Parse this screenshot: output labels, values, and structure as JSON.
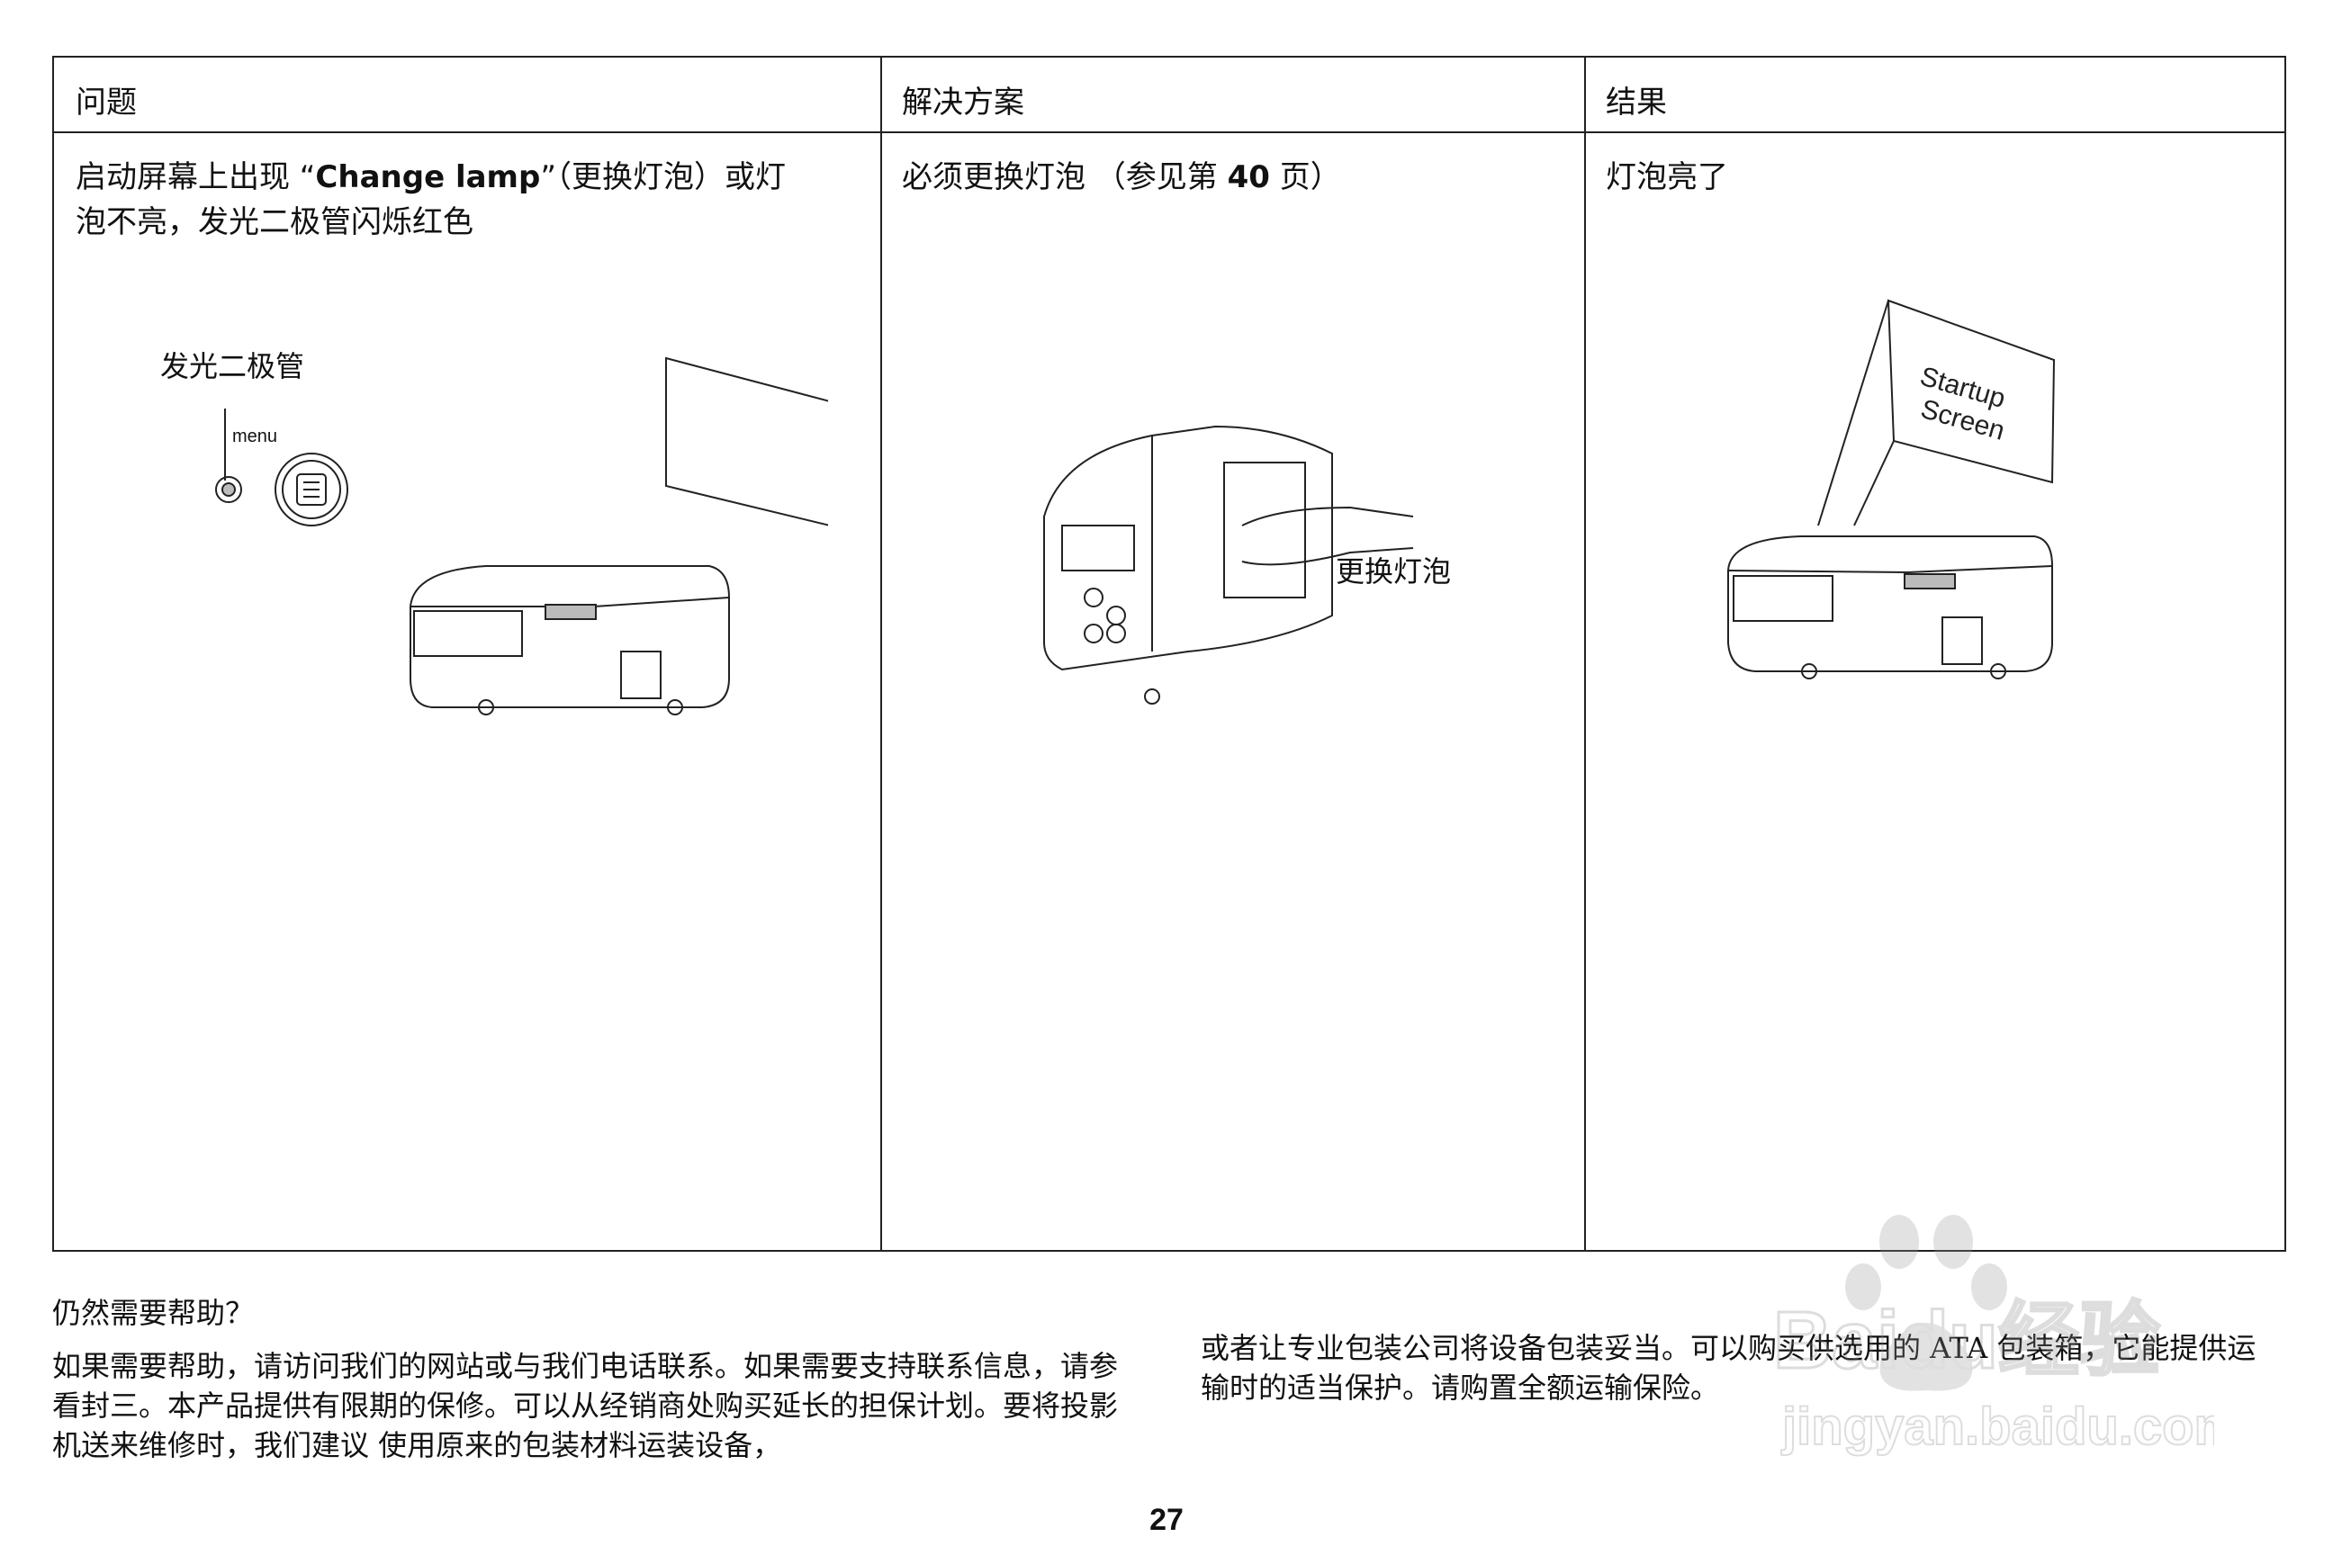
{
  "table": {
    "headers": [
      "问题",
      "解决方案",
      "结果"
    ],
    "problem": {
      "prefix": "启动屏幕上出现 “",
      "bold": "Change lamp",
      "suffix_line1": "”（更换灯泡）或灯",
      "line2": "泡不亮，发光二极管闪烁红色",
      "led_label": "发光二极管",
      "menu_label": "menu"
    },
    "solution": {
      "text": "必须更换灯泡 （参见第 ",
      "page_bold": "40",
      "text_after": " 页）",
      "figure_label": "更换灯泡"
    },
    "result": {
      "text": "灯泡亮了",
      "screen_line1": "Startup",
      "screen_line2": "Screen"
    }
  },
  "help": {
    "title": "仍然需要帮助？",
    "left_para": "如果需要帮助，请访问我们的网站或与我们电话联系。如果需要支持联系信息，请参看封三。本产品提供有限期的保修。可以从经销商处购买延长的担保计划。要将投影机送来维修时，我们建议 使用原来的包装材料运装设备，",
    "right_para": "或者让专业包装公司将设备包装妥当。可以购买供选用的 ATA 包装箱，它能提供运输时的适当保护。请购置全额运输保险。"
  },
  "page_number": "27",
  "watermark": {
    "brand": "Baidu经验",
    "url": "jingyan.baidu.com"
  }
}
